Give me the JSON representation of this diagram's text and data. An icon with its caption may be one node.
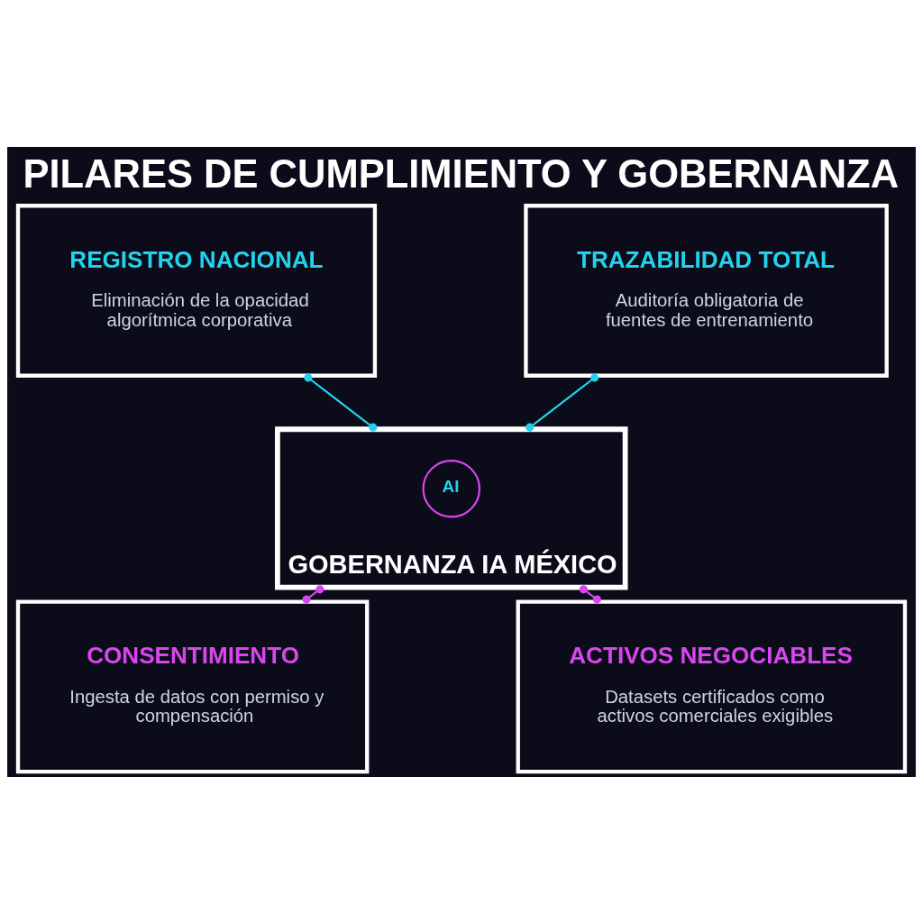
{
  "diagram": {
    "title": "PILARES DE CUMPLIMIENTO Y GOBERNANZA",
    "nodes": [
      {
        "text": [
          "REGISTRO NACIONAL",
          "Eliminación de la opacidad algorítmica corporativa"
        ]
      },
      {
        "text": [
          "TRAZABILIDAD TOTAL",
          "Auditoría obligatoria de fuentes de entrenamiento"
        ]
      },
      {
        "text": [
          "GOBERNANZA IA MÉXICO"
        ]
      },
      {
        "text": [
          "AI"
        ],
        "in": 2
      },
      {
        "text": [
          "CONSENTIMIENTO",
          "Ingesta de datos con permiso y compensación"
        ]
      },
      {
        "text": [
          "ACTIVOS NEGOCIABLES",
          "Datasets certificados como activos comerciales exigibles"
        ]
      }
    ],
    "edges": [
      {
        "from": 0,
        "to": 2,
        "arrow": "other",
        "color": "#22d3ee"
      },
      {
        "from": 1,
        "to": 2,
        "arrow": "other",
        "color": "#22d3ee"
      },
      {
        "from": 2,
        "to": 4,
        "arrow": "other",
        "color": "#d946ef"
      },
      {
        "from": 2,
        "to": 5,
        "arrow": "other",
        "color": "#d946ef"
      }
    ]
  }
}
